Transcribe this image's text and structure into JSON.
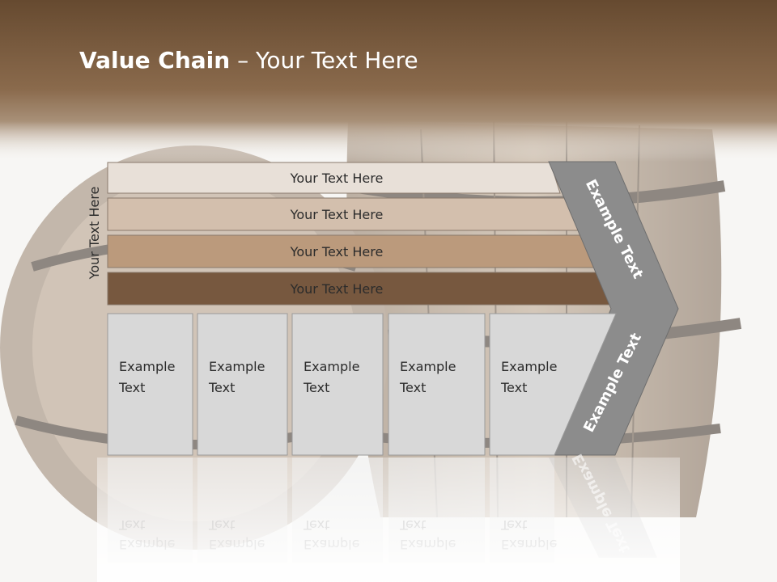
{
  "slide": {
    "title_bold": "Value Chain",
    "title_rest": " – Your Text Here",
    "side_label": "Your Text Here"
  },
  "bands": [
    {
      "label": "Your Text Here",
      "color": "#e8e0d8"
    },
    {
      "label": "Your Text Here",
      "color": "#d3bfad"
    },
    {
      "label": "Your Text Here",
      "color": "#bb9a7c"
    },
    {
      "label": "Your Text Here",
      "color": "#77583f"
    }
  ],
  "columns": [
    {
      "line1": "Example",
      "line2": "Text"
    },
    {
      "line1": "Example",
      "line2": "Text"
    },
    {
      "line1": "Example",
      "line2": "Text"
    },
    {
      "line1": "Example",
      "line2": "Text"
    },
    {
      "line1": "Example",
      "line2": "Text"
    }
  ],
  "chevron": {
    "upper_label": "Example Text",
    "lower_label": "Example Text",
    "color": "#8c8c8c"
  },
  "colors": {
    "header": "#7a5a3e",
    "column_fill": "#d8d8d8",
    "column_border": "#9a9a9a"
  }
}
